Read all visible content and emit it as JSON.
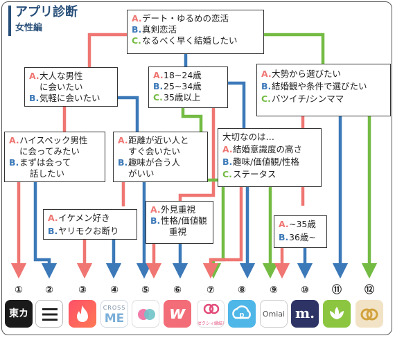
{
  "header": {
    "title": "アプリ診断",
    "subtitle": "女性編"
  },
  "colors": {
    "a": "#ef7672",
    "b": "#3c79b8",
    "c": "#74bb44"
  },
  "questions": {
    "q_top": {
      "a": "デート・ゆるめの恋活",
      "b": "真剣恋活",
      "c": "なるべく早く結婚したい"
    },
    "q_casual": {
      "a": "大人な男性",
      "a2": "に会いたい",
      "b": "気軽に会いたい"
    },
    "q_age": {
      "a": "18~24歳",
      "b": "25~34歳",
      "c": "35歳以上"
    },
    "q_marry": {
      "a": "大勢から選びたい",
      "b": "結婚観や条件で選びたい",
      "c": "バツイチ/シンママ"
    },
    "q_spec": {
      "a": "ハイスペック男性",
      "a2": "に会ってみたい",
      "b": "まずは会って",
      "b2": "話したい"
    },
    "q_distance": {
      "a": "距離が近い人と",
      "a2": "すぐ会いたい",
      "b": "趣味が合う人",
      "b2": "がいい"
    },
    "q_important": {
      "header": "大切なのは…",
      "a": "結婚意識度の高さ",
      "b": "趣味/価値観/性格",
      "c": "ステータス"
    },
    "q_looks": {
      "a": "イケメン好き",
      "b": "ヤリモクお断り"
    },
    "q_value": {
      "a": "外見重視",
      "b": "性格/価値観",
      "b2": "重視"
    },
    "q_age2": {
      "a": "~35歳",
      "b": "36歳~"
    }
  },
  "labels": {
    "a": "A.",
    "b": "B.",
    "c": "C."
  },
  "apps": [
    {
      "num": "①",
      "icon": "tokyo-calendar-app-icon",
      "text": "東カレ"
    },
    {
      "num": "②",
      "icon": "hamburger-app-icon"
    },
    {
      "num": "③",
      "icon": "tinder-flame-app-icon"
    },
    {
      "num": "④",
      "icon": "crossme-app-icon",
      "text": "CROSS",
      "text2": "ME"
    },
    {
      "num": "⑤",
      "icon": "dots-app-icon"
    },
    {
      "num": "⑥",
      "icon": "with-app-icon",
      "text": "w"
    },
    {
      "num": "⑦",
      "icon": "pairs-engage-app-icon",
      "text": "ゼクシィ縁結び"
    },
    {
      "num": "⑧",
      "icon": "pairs-app-icon",
      "text": "p"
    },
    {
      "num": "⑨",
      "icon": "omiai-app-icon",
      "text": "Omiai"
    },
    {
      "num": "⑩",
      "icon": "marrish-app-icon",
      "text": "m."
    },
    {
      "num": "⑪",
      "icon": "lotus-app-icon"
    },
    {
      "num": "⑫",
      "icon": "rings-app-icon"
    }
  ]
}
